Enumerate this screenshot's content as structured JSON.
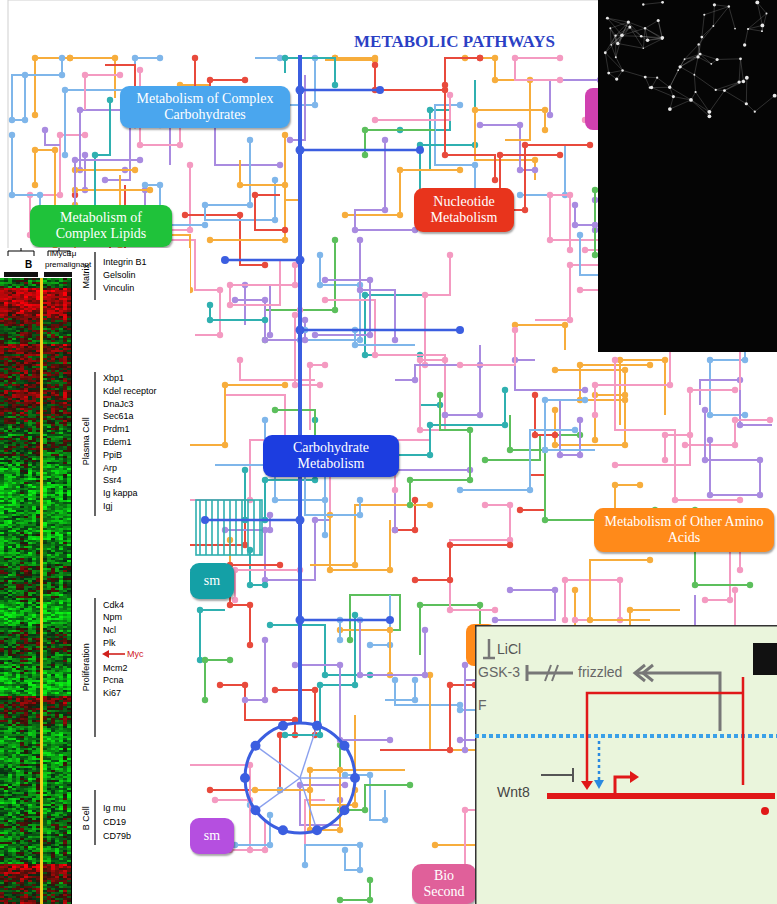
{
  "diagram": {
    "title": "METABOLIC PATHWAYS",
    "nodes": [
      {
        "text": [
          "Metabolism of Complex Carbohydrates"
        ]
      },
      {
        "text": [
          "Nucleotide Metabolism"
        ]
      },
      {
        "text": [
          "Metabolism of Complex Lipids"
        ]
      },
      {
        "text": [
          "Carbohydrate Metabolism"
        ]
      },
      {
        "text": [
          "Metabolism of Other Amino Acids"
        ]
      },
      {
        "text": [
          "sm"
        ]
      },
      {
        "text": [
          "sm"
        ]
      },
      {
        "text": [
          "Bio Second"
        ]
      }
    ],
    "labels": [
      "B",
      "iMycEμ",
      "premalignant",
      "Matrix",
      "Integrin B1",
      "Gelsolin",
      "Vinculin",
      "Plasma Cell",
      "Xbp1",
      "Kdel receptor",
      "DnaJc3",
      "Sec61a",
      "Prdm1",
      "Edem1",
      "PpiB",
      "Arp",
      "Ssr4",
      "Ig kappa",
      "Igj",
      "Proliferation",
      "Cdk4",
      "Npm",
      "Ncl",
      "Plk",
      "Myc",
      "Mcm2",
      "Pcna",
      "Ki67",
      "B Cell",
      "Ig mu",
      "CD19",
      "CD79b",
      "LiCl",
      "GSK-3",
      "frizzled",
      "Wnt8",
      "F"
    ]
  }
}
